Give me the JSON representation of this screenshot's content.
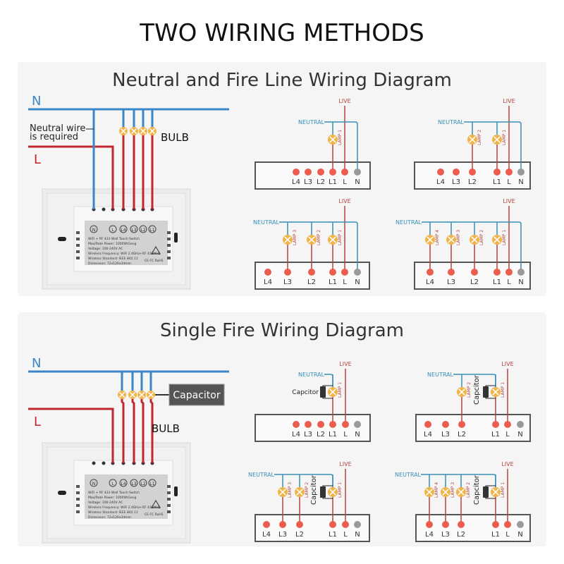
{
  "title": "TWO WIRING METHODS",
  "colors": {
    "neutral": "#3a86c8",
    "live": "#c0272d",
    "mini_neutral": "#3a8fb5",
    "mini_live": "#b5443c",
    "terminal": "#ec5d4f",
    "terminal_n": "#9a9a9a",
    "bulb": "#f0b54a",
    "panel": "#f5f5f5"
  },
  "label_plate": {
    "terminals": [
      "N",
      "L",
      "L4",
      "L3",
      "L2",
      "L1"
    ],
    "lines": [
      "WiFi + RF 433 Wall Touch Switch",
      "Max/Rate Power: 1000W/Gang",
      "Voltage: 100-240V AC",
      "Wireless Frequency: WiFi 2.4GHz+RF 433MHz",
      "Wireless Standard: IEEE 802.11",
      "Dimension: 72x120x34mm"
    ],
    "marks": "CE FC RoHS"
  },
  "sections": [
    {
      "title": "Neutral and Fire Line Wiring Diagram",
      "n_label": "N",
      "l_label": "L",
      "note": [
        "Neutral wire",
        "is required"
      ],
      "bulb_label": "BULB",
      "capacitor_label": "",
      "minis": [
        {
          "neutral": "NEUTRAL",
          "live": "LIVE",
          "terminals": [
            "L4",
            "L3",
            "L2",
            "L1",
            "L",
            "N"
          ],
          "lamps": [
            "LAMP 1"
          ],
          "capacitor": ""
        },
        {
          "neutral": "NEUTRAL",
          "live": "LIVE",
          "terminals": [
            "L4",
            "L3",
            "L2",
            "L1",
            "L",
            "N"
          ],
          "lamps": [
            "LAMP 2",
            "LAMP 1"
          ],
          "capacitor": ""
        },
        {
          "neutral": "NEUTRAL",
          "live": "LIVE",
          "terminals": [
            "L4",
            "L3",
            "L2",
            "L1",
            "L",
            "N"
          ],
          "lamps": [
            "LAMP 3",
            "LAMP 2",
            "LAMP 1"
          ],
          "capacitor": ""
        },
        {
          "neutral": "NEUTRAL",
          "live": "LIVE",
          "terminals": [
            "L4",
            "L3",
            "L2",
            "L1",
            "L",
            "N"
          ],
          "lamps": [
            "LAMP 4",
            "LAMP 3",
            "LAMP 2",
            "LAMP 1"
          ],
          "capacitor": ""
        }
      ]
    },
    {
      "title": "Single Fire Wiring Diagram",
      "n_label": "N",
      "l_label": "L",
      "note": [],
      "bulb_label": "BULB",
      "capacitor_label": "Capacitor",
      "minis": [
        {
          "neutral": "NEUTRAL",
          "live": "LIVE",
          "terminals": [
            "L4",
            "L3",
            "L2",
            "L1",
            "L",
            "N"
          ],
          "lamps": [
            "LAMP 1"
          ],
          "capacitor": "Capcitor"
        },
        {
          "neutral": "NEUTRAL",
          "live": "LIVE",
          "terminals": [
            "L4",
            "L3",
            "L2",
            "L1",
            "L",
            "N"
          ],
          "lamps": [
            "LAMP 2",
            "LAMP 1"
          ],
          "capacitor": "Capcitor"
        },
        {
          "neutral": "NEUTRAL",
          "live": "LIVE",
          "terminals": [
            "L4",
            "L3",
            "L2",
            "L1",
            "L",
            "N"
          ],
          "lamps": [
            "LAMP 3",
            "LAMP 2",
            "LAMP 1"
          ],
          "capacitor": "Capcitor"
        },
        {
          "neutral": "NEUTRAL",
          "live": "LIVE",
          "terminals": [
            "L4",
            "L3",
            "L2",
            "L1",
            "L",
            "N"
          ],
          "lamps": [
            "LAMP 4",
            "LAMP 3",
            "LAMP 2",
            "LAMP 1"
          ],
          "capacitor": "Capcitor"
        }
      ]
    }
  ]
}
